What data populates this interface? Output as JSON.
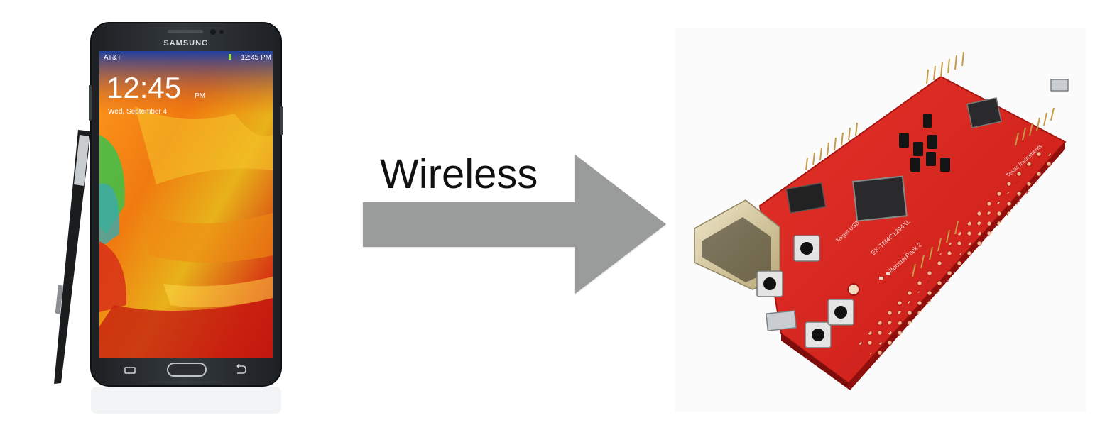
{
  "diagram": {
    "label": "Wireless"
  },
  "phone": {
    "brand": "SAMSUNG",
    "carrier": "AT&T",
    "status_time": "12:45 PM",
    "clock": "12:45",
    "clock_suffix": "PM",
    "date": "Wed, September 4"
  },
  "board": {
    "silkscreen": [
      "EK-TM4C1294XL",
      "BoosterPack 2",
      "Target USB",
      "Texas Instruments"
    ]
  },
  "colors": {
    "arrow": "#9a9c9c",
    "board": "#d8261f",
    "phone_body": "#2b2f33",
    "label": "#111111"
  }
}
